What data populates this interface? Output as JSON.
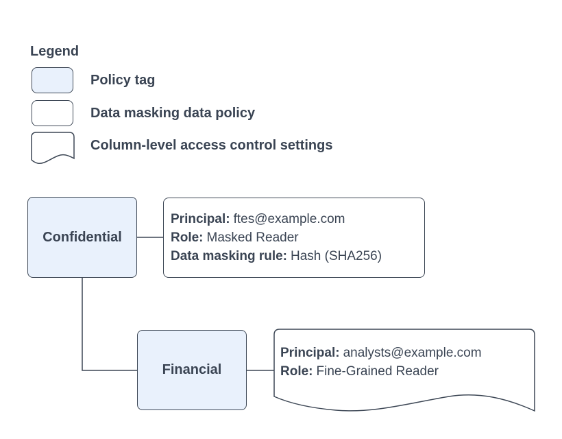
{
  "colors": {
    "policy_tag_fill": "#e9f1fc",
    "shape_border": "#3d4755",
    "text": "#3a4453",
    "background": "#ffffff"
  },
  "legend": {
    "title": "Legend",
    "items": [
      {
        "swatch": "policy-tag-swatch",
        "label": "Policy tag"
      },
      {
        "swatch": "data-masking-policy-swatch",
        "label": "Data masking data policy"
      },
      {
        "swatch": "column-level-access-swatch",
        "label": "Column-level access control settings"
      }
    ]
  },
  "diagram": {
    "policy_tags": [
      {
        "name": "Confidential"
      },
      {
        "name": "Financial"
      }
    ],
    "confidential_policy": {
      "lines": [
        {
          "label": "Principal:",
          "value": "ftes@example.com"
        },
        {
          "label": "Role:",
          "value": "Masked Reader"
        },
        {
          "label": "Data masking rule:",
          "value": "Hash (SHA256)"
        }
      ]
    },
    "financial_policy": {
      "lines": [
        {
          "label": "Principal:",
          "value": "analysts@example.com"
        },
        {
          "label": "Role:",
          "value": "Fine-Grained Reader"
        }
      ]
    }
  }
}
